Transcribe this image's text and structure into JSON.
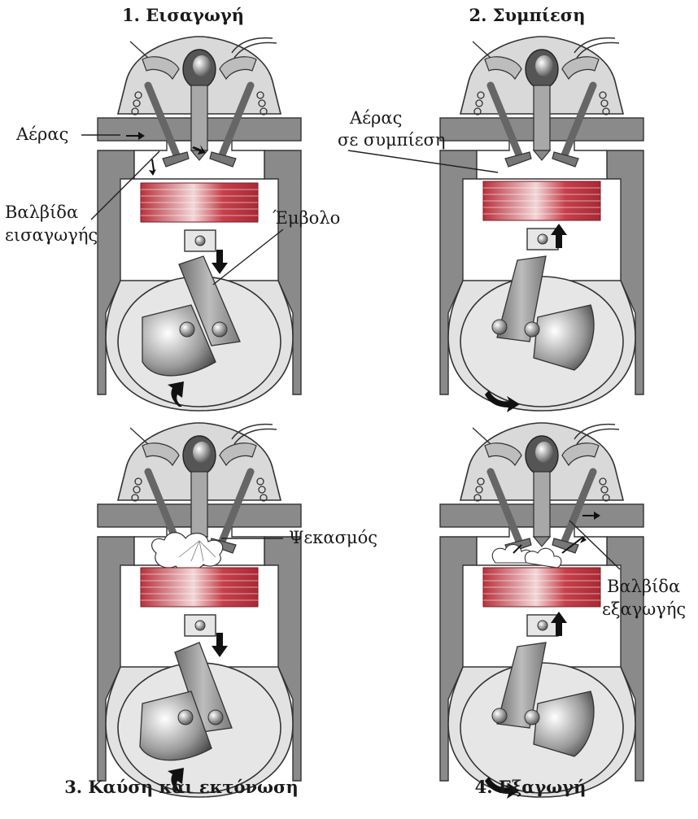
{
  "diagram": {
    "panels": [
      {
        "title": "1. Εισαγωγή"
      },
      {
        "title": "2. Συμπίεση"
      },
      {
        "title": "3. Καύση και εκτόνωση"
      },
      {
        "title": "4. Εξαγωγή"
      }
    ],
    "labels": {
      "air": "Αέρας",
      "intake_valve_line1": "Βαλβίδα",
      "intake_valve_line2": "εισαγωγής",
      "piston": "Έμβολο",
      "compressed_air_line1": "Αέρας",
      "compressed_air_line2": "σε συμπίεση",
      "injection": "Ψεκασμός",
      "exhaust_valve_line1": "Βαλβίδα",
      "exhaust_valve_line2": "εξαγωγής"
    },
    "colors": {
      "engine_body": "#8a8a8a",
      "engine_dark": "#5e5e5e",
      "head_light": "#d9d9d9",
      "crankcase": "#dedede",
      "piston_red": "#b8323d",
      "piston_highlight": "#f2d6d8",
      "arrow": "#111111"
    }
  }
}
